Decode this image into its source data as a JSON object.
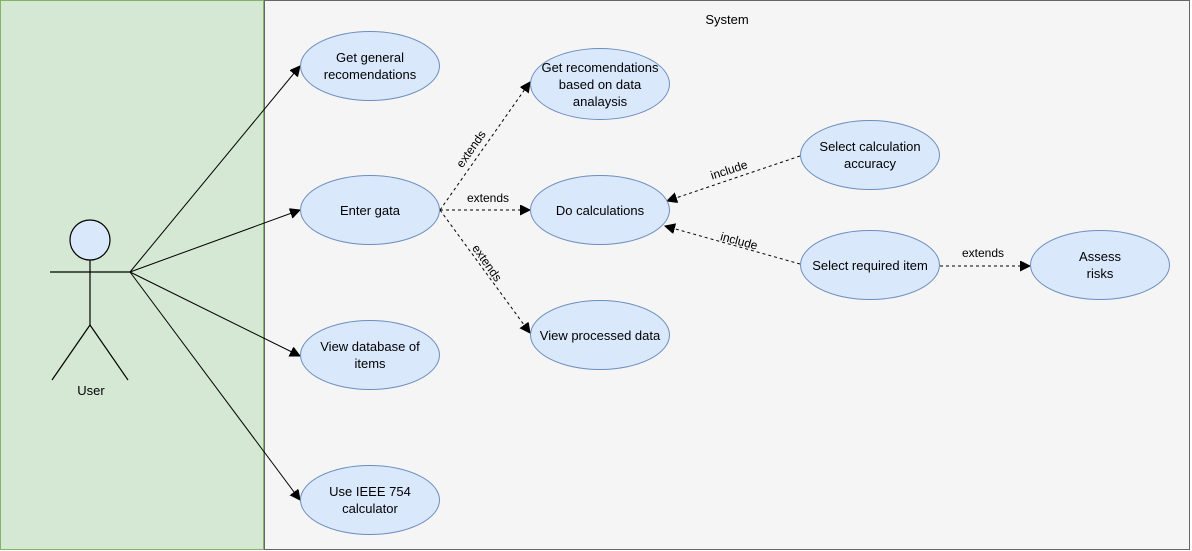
{
  "system": {
    "title": "System"
  },
  "actor": {
    "label": "User"
  },
  "use_cases": {
    "general_recommendations": "Get general recomendations",
    "enter_data": "Enter gata",
    "view_database": "View database of items",
    "ieee_calculator": "Use IEEE 754 calculator",
    "data_recommendations": "Get recomendations based on data analaysis",
    "do_calculations": "Do calculations",
    "view_processed": "View processed data",
    "select_accuracy": "Select calculation accuracy",
    "select_item": "Select required item",
    "assess_risks": "Assess risks"
  },
  "relations": {
    "extends_up": "extends",
    "extends_mid": "extends",
    "extends_down": "extends",
    "include_accuracy": "include",
    "include_item": "include",
    "extends_risks": "extends"
  },
  "colors": {
    "actor_panel": "#d5e8d4",
    "system_panel": "#f5f5f5",
    "use_case_fill": "#dae8fc",
    "use_case_border": "#6c8ebf"
  }
}
